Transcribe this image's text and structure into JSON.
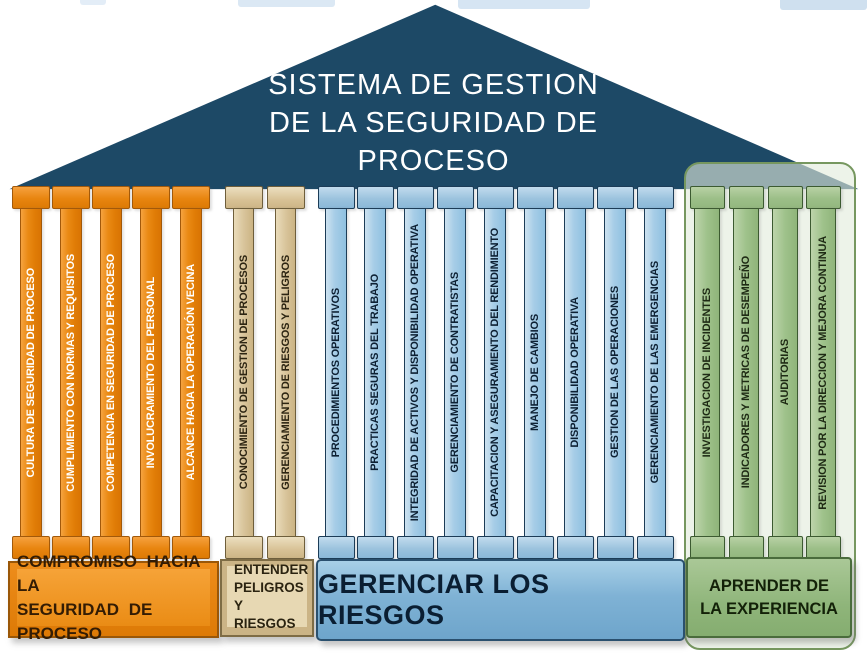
{
  "title": {
    "lines": [
      "SISTEMA DE GESTION",
      "DE LA SEGURIDAD DE",
      "PROCESO"
    ]
  },
  "colors": {
    "roof_navy": "#1d4966",
    "orange": "#e07c06",
    "tan": "#d6c29b",
    "blue": "#a6cde7",
    "green": "#9cbf87",
    "panel_green_border": "#76975f"
  },
  "sections": [
    {
      "name": "compromiso",
      "pillars": [
        "CULTURA DE SEGURIDAD DE PROCESO",
        "CUMPLIMIENTO CON NORMAS Y REQUISITOS",
        "COMPETENCIA EN SEGURIDAD DE PROCESO",
        "INVOLUCRAMIENTO DEL PERSONAL",
        "ALCANCE HACIA LA OPERACIÓN VECINA"
      ],
      "base": {
        "lines": [
          "COMPROMISO HACIA LA",
          "SEGURIDAD DE PROCESO"
        ]
      }
    },
    {
      "name": "entender",
      "pillars": [
        "CONOCIMIENTO DE GESTION DE PROCESOS",
        "GERENCIAMIENTO DE RIESGOS Y PELIGROS"
      ],
      "base": {
        "lines": [
          "ENTENDER",
          "PELIGROS Y",
          "RIESGOS"
        ]
      }
    },
    {
      "name": "gerenciar",
      "pillars": [
        "PROCEDIMIENTOS OPERATIVOS",
        "PRACTICAS SEGURAS DEL TRABAJO",
        "INTEGRIDAD DE ACTIVOS Y DISPONIBILIDAD OPERATIVA",
        "GERENCIAMIENTO DE CONTRATISTAS",
        "CAPACITACION Y ASEGURAMIENTO DEL RENDIMIENTO",
        "MANEJO DE CAMBIOS",
        "DISPONIBILIDAD OPERATIVA",
        "GESTION DE LAS OPERACIONES",
        "GERENCIAMIENTO DE LAS EMERGENCIAS"
      ],
      "base": {
        "lines": [
          "GERENCIAR LOS RIESGOS"
        ]
      }
    },
    {
      "name": "aprender",
      "pillars": [
        "INVESTIGACION DE INCIDENTES",
        "INDICADORES Y METRICAS DE DESEMPEÑO",
        "AUDITORIAS",
        "REVISION POR LA DIRECCION Y MEJORA CONTINUA"
      ],
      "base": {
        "lines": [
          "APRENDER DE",
          "LA EXPERIENCIA"
        ]
      }
    }
  ]
}
